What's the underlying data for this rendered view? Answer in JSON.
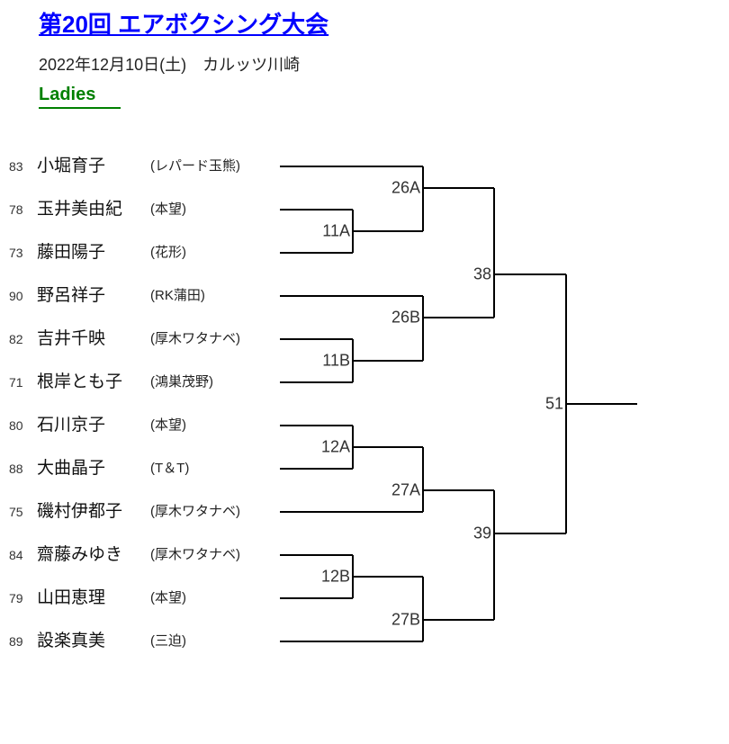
{
  "header": {
    "title": "第20回 エアボクシング大会",
    "date_venue": "2022年12月10日(土)　カルッツ川崎",
    "category": "Ladies"
  },
  "colors": {
    "title_link": "#0000ff",
    "category_green": "#008000",
    "bracket_line": "#000000",
    "text": "#222222"
  },
  "players": [
    {
      "number": "83",
      "name": "小堀育子",
      "club": "(レパード玉熊)"
    },
    {
      "number": "78",
      "name": "玉井美由紀",
      "club": "(本望)"
    },
    {
      "number": "73",
      "name": "藤田陽子",
      "club": "(花形)"
    },
    {
      "number": "90",
      "name": "野呂祥子",
      "club": "(RK蒲田)"
    },
    {
      "number": "82",
      "name": "吉井千映",
      "club": "(厚木ワタナベ)"
    },
    {
      "number": "71",
      "name": "根岸とも子",
      "club": "(鴻巣茂野)"
    },
    {
      "number": "80",
      "name": "石川京子",
      "club": "(本望)"
    },
    {
      "number": "88",
      "name": "大曲晶子",
      "club": "(T＆T)"
    },
    {
      "number": "75",
      "name": "磯村伊都子",
      "club": "(厚木ワタナベ)"
    },
    {
      "number": "84",
      "name": "齋藤みゆき",
      "club": "(厚木ワタナベ)"
    },
    {
      "number": "79",
      "name": "山田恵理",
      "club": "(本望)"
    },
    {
      "number": "89",
      "name": "設楽真美",
      "club": "(三迫)"
    }
  ],
  "matches": [
    {
      "id": "26A",
      "label": "26A"
    },
    {
      "id": "11A",
      "label": "11A"
    },
    {
      "id": "26B",
      "label": "26B"
    },
    {
      "id": "11B",
      "label": "11B"
    },
    {
      "id": "38",
      "label": "38"
    },
    {
      "id": "12A",
      "label": "12A"
    },
    {
      "id": "27A",
      "label": "27A"
    },
    {
      "id": "12B",
      "label": "12B"
    },
    {
      "id": "27B",
      "label": "27B"
    },
    {
      "id": "39",
      "label": "39"
    },
    {
      "id": "51",
      "label": "51"
    }
  ]
}
